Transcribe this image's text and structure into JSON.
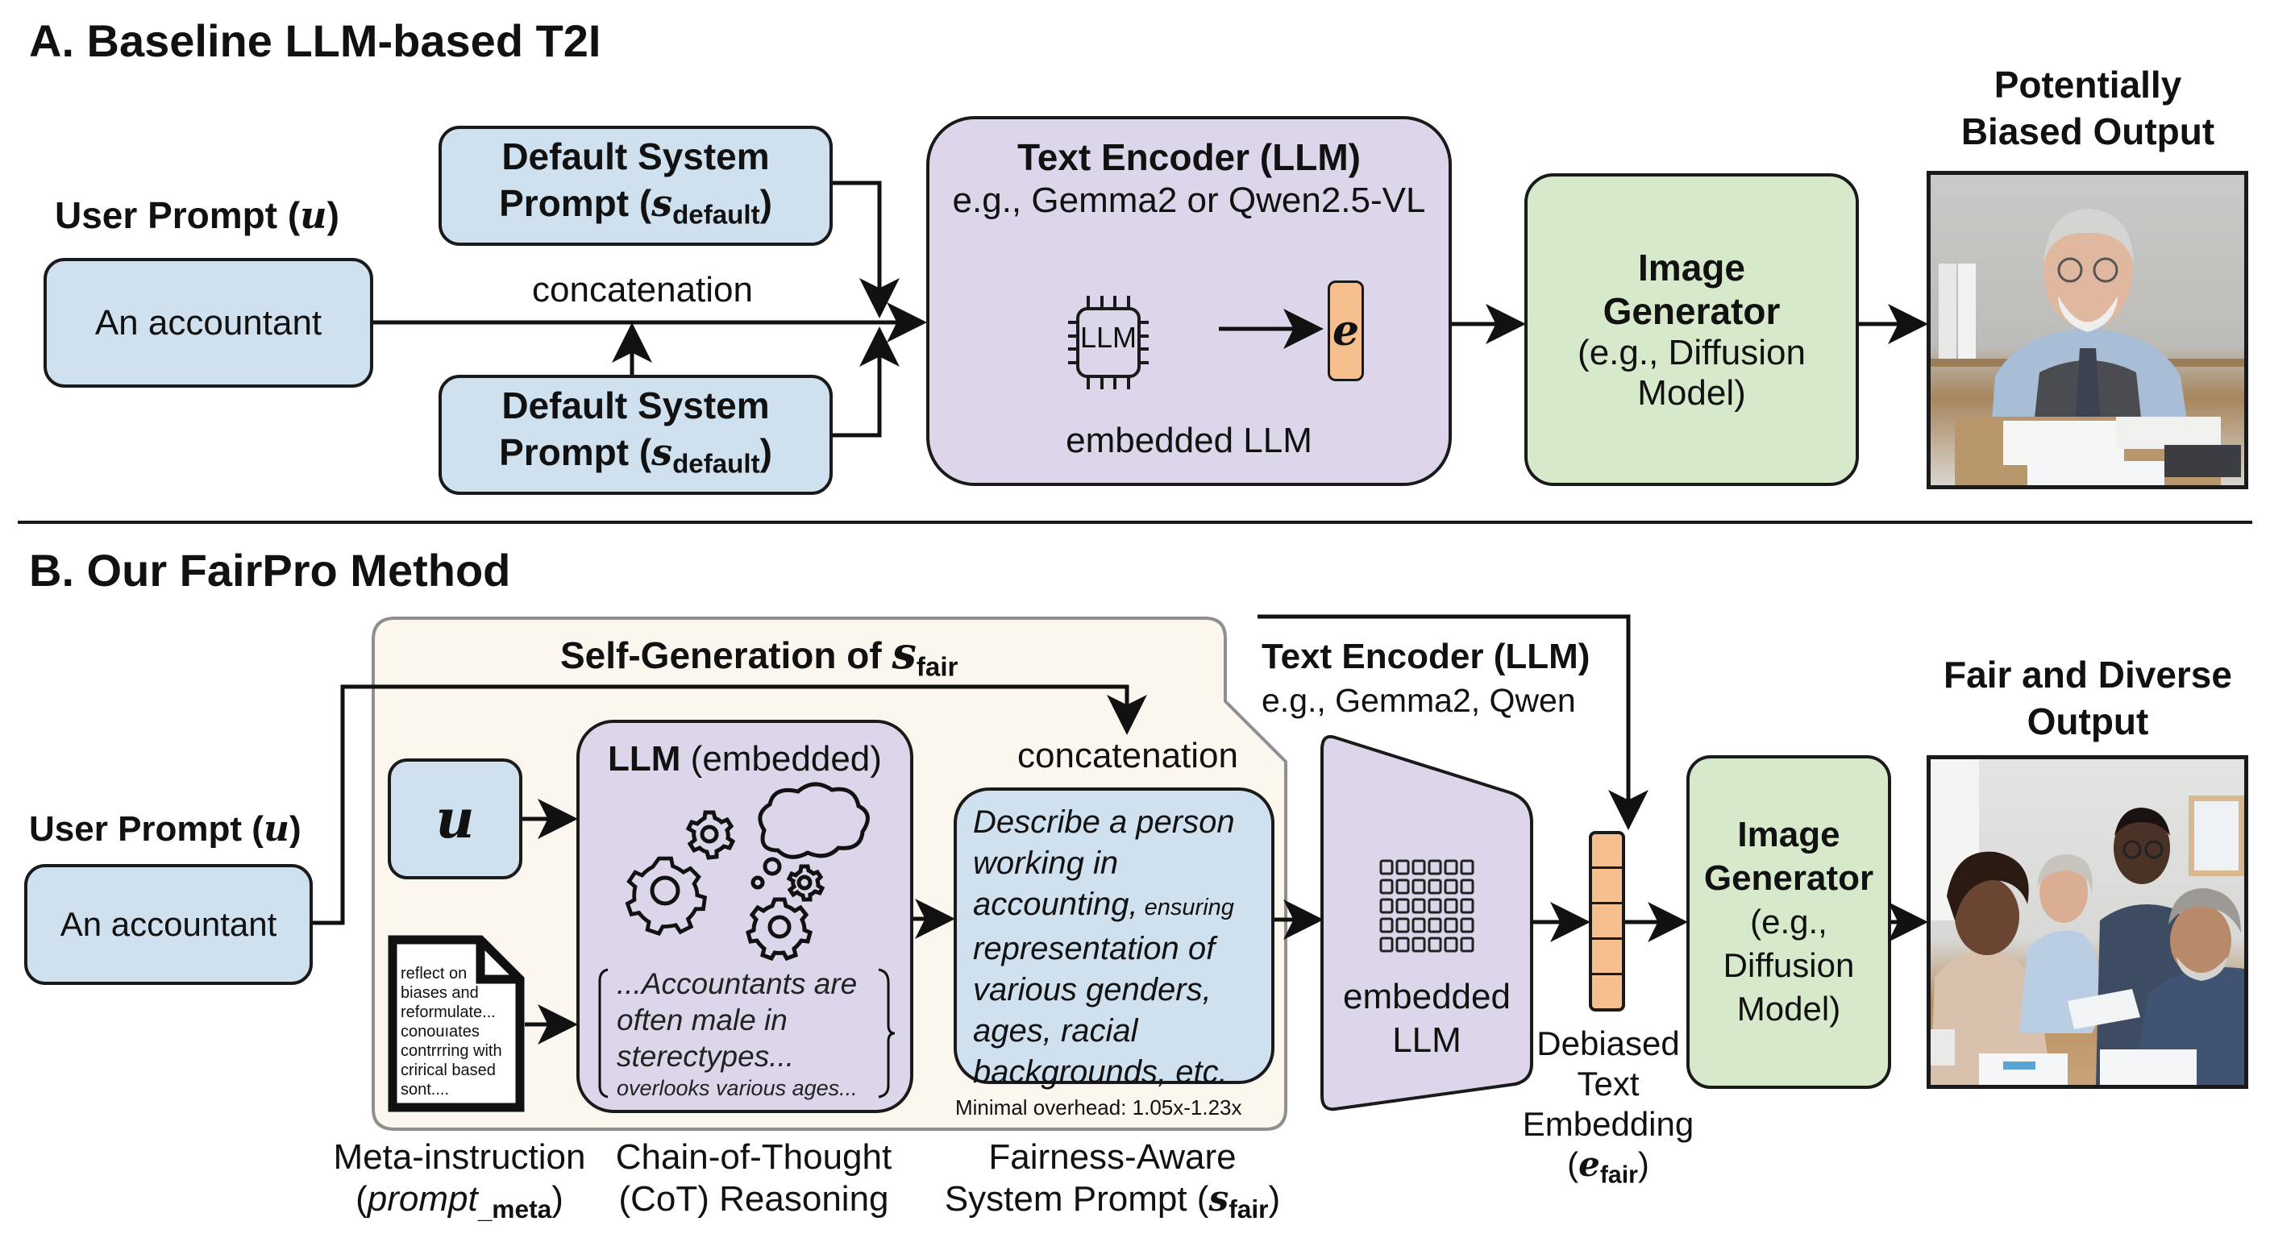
{
  "section_a": {
    "title": "A. Baseline LLM-based T2I",
    "user_prompt_label": "User Prompt (",
    "user_prompt_symbol": "u",
    "user_prompt_close": ")",
    "user_prompt_value": "An accountant",
    "default_prompt_line1": "Default System",
    "default_prompt_line2": "Prompt (",
    "default_prompt_symbol": "s",
    "default_prompt_subscript": "default",
    "default_prompt_close": ")",
    "concat_label": "concatenation",
    "text_encoder_title": "Text Encoder (LLM)",
    "text_encoder_subtitle": "e.g., Gemma2 or Qwen2.5-VL",
    "chip_label": "LLM",
    "embedding_symbol": "e",
    "embedded_llm_label": "embedded LLM",
    "image_gen_line1": "Image",
    "image_gen_line2": "Generator",
    "image_gen_line3": "(e.g., Diffusion",
    "image_gen_line4": "Model)",
    "output_title_line1": "Potentially",
    "output_title_line2": "Biased Output",
    "output_image_alt": "Older male accountant at desk"
  },
  "section_b": {
    "title": "B. Our FairPro Method",
    "user_prompt_label": "User Prompt (",
    "user_prompt_symbol": "u",
    "user_prompt_close": ")",
    "user_prompt_value": "An accountant",
    "self_gen_title": "Self-Generation of ",
    "self_gen_symbol": "s",
    "self_gen_subscript": "fair",
    "u_symbol": "u",
    "meta_doc_lines": [
      "reflect on",
      "biases and",
      "reformulate...",
      "conouıates",
      "contrrring with",
      "crirical based",
      "sont...."
    ],
    "llm_title_bold": "LLM",
    "llm_title_rest": " (embedded)",
    "cot_lines": [
      "...Accountants are",
      "often male in",
      "sterectypes..."
    ],
    "cot_small": "overlooks various ages...",
    "concat_label": "concatenation",
    "fair_prompt_lines": [
      "Describe a person",
      "working in"
    ],
    "fair_prompt_line3_a": "accounting,",
    "fair_prompt_line3_b": " ensuring",
    "fair_prompt_lines_2": [
      "representation of",
      "various genders,",
      "ages, racial",
      "backgrounds, etc."
    ],
    "overhead_note": "Minimal overhead: 1.05x-1.23x",
    "caption_meta_line1": "Meta-instruction",
    "caption_meta_open": "(",
    "caption_meta_italic": "prompt",
    "caption_meta_sub": "_meta",
    "caption_meta_close": ")",
    "caption_cot_line1": "Chain-of-Thought",
    "caption_cot_line2": "(CoT) Reasoning",
    "caption_fair_line1": "Fairness-Aware",
    "caption_fair_line2": "System Prompt (",
    "caption_fair_symbol": "s",
    "caption_fair_sub": "fair",
    "caption_fair_close": ")",
    "text_encoder_title": "Text Encoder (LLM)",
    "text_encoder_subtitle": "e.g., Gemma2, Qwen",
    "embedded_llm_line1": "embedded",
    "embedded_llm_line2": "LLM",
    "debiased_lines": [
      "Debiased",
      "Text",
      "Embedding"
    ],
    "debiased_open": "(",
    "debiased_symbol": "e",
    "debiased_sub": "fair",
    "debiased_close": ")",
    "image_gen_line1": "Image",
    "image_gen_line2": "Generator",
    "image_gen_line3": "(e.g.,",
    "image_gen_line4": "Diffusion",
    "image_gen_line5": "Model)",
    "output_title_line1": "Fair and Diverse",
    "output_title_line2": "Output",
    "output_image_alt": "Diverse group of accountants at a table"
  },
  "colors": {
    "prompt_blue": "#cfe0ef",
    "encoder_purple": "#ddd5e9",
    "generator_green": "#d6eacb",
    "embedding_orange": "#f5c08d",
    "self_gen_cream": "#fcf7ee"
  }
}
